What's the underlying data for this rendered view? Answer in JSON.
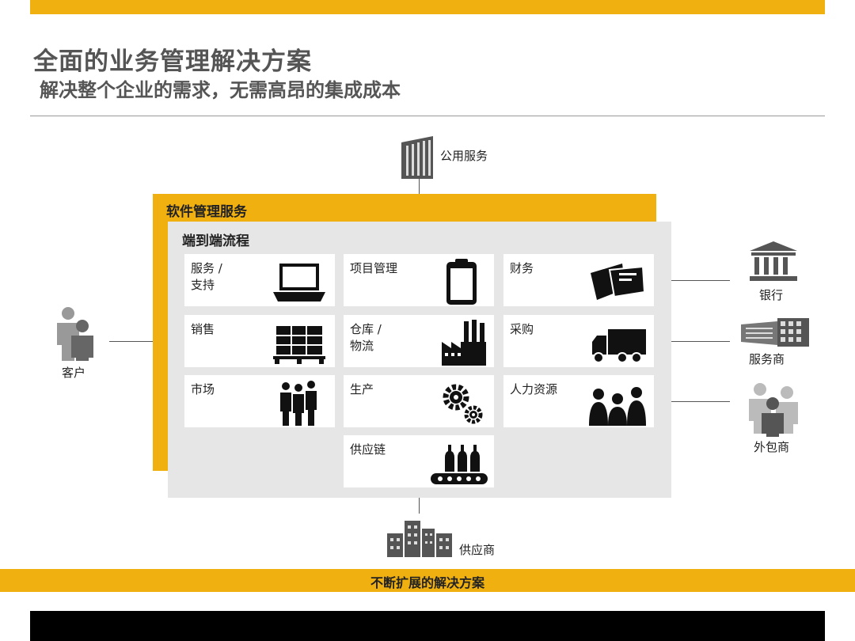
{
  "header": {
    "title": "全面的业务管理解决方案",
    "subtitle": "解决整个企业的需求，无需高昂的集成成本"
  },
  "diagram": {
    "outer_box_title": "软件管理服务",
    "inner_box_title": "端到端流程",
    "cells": [
      {
        "label": "服务 /\n支持",
        "icon": "laptop-icon"
      },
      {
        "label": "项目管理",
        "icon": "clipboard-icon"
      },
      {
        "label": "财务",
        "icon": "checks-icon"
      },
      {
        "label": "销售",
        "icon": "pallet-boxes-icon"
      },
      {
        "label": "仓库 /\n物流",
        "icon": "factory-icon"
      },
      {
        "label": "采购",
        "icon": "truck-icon"
      },
      {
        "label": "市场",
        "icon": "business-people-icon"
      },
      {
        "label": "生产",
        "icon": "gears-icon"
      },
      {
        "label": "人力资源",
        "icon": "team-silhouettes-icon"
      },
      {
        "label": "供应链",
        "icon": "conveyor-bottles-icon"
      }
    ],
    "external": {
      "public_services": "公用服务",
      "customer": "客户",
      "bank": "银行",
      "service_provider": "服务商",
      "outsourcer": "外包商",
      "supplier": "供应商"
    }
  },
  "footer": {
    "tagline": "不断扩展的解决方案"
  },
  "colors": {
    "accent": "#F0B010",
    "panel": "#E6E6E6",
    "bar": "#000000"
  }
}
